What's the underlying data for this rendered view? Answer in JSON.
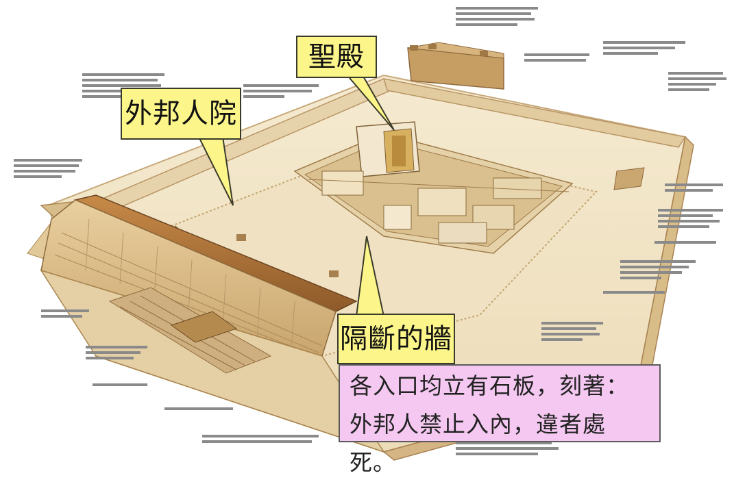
{
  "labels": {
    "holy_place": "聖殿",
    "court_of_gentiles": "外邦人院",
    "dividing_wall": "隔斷的牆"
  },
  "note": {
    "line1": "各入口均立有石板，刻著：",
    "line2": "外邦人禁止入內，違者處死。"
  },
  "colors": {
    "callout_fill": "#fbf58a",
    "note_fill": "#f4c8f1",
    "stone_light": "#f1e3c2",
    "stone_mid": "#dcc49a",
    "stone_dark": "#b58a4f",
    "roof_brown": "#a56b32"
  }
}
